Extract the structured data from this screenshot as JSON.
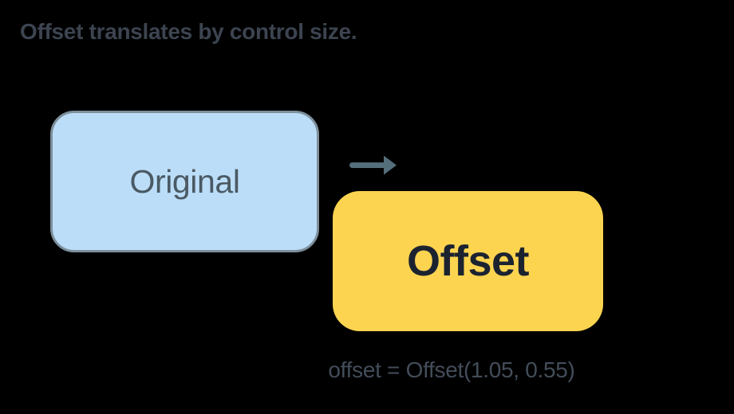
{
  "page": {
    "title": "Offset translates by control size."
  },
  "diagram": {
    "original_box": {
      "label": "Original"
    },
    "arrow_icon": "arrow-right",
    "offset_box": {
      "label": "Offset"
    },
    "caption": "offset = Offset(1.05, 0.55)"
  },
  "colors": {
    "background": "#000000",
    "title_text": "#3C4450",
    "original_fill": "#BBDDF8",
    "original_border": "#7D8F9B",
    "original_text": "#4A5963",
    "offset_fill": "#FDD44F",
    "offset_text": "#1C2330",
    "arrow": "#546E7A",
    "caption_text": "#434D59"
  }
}
